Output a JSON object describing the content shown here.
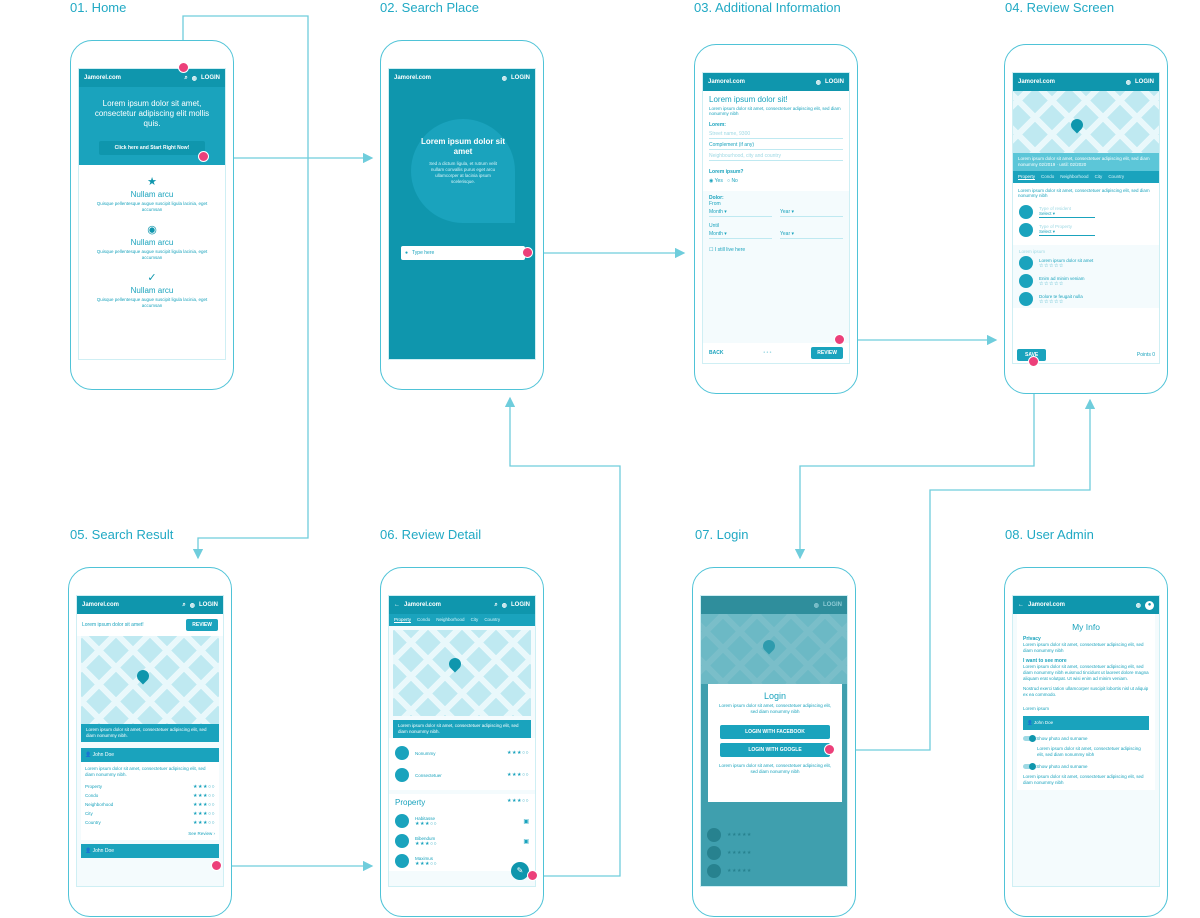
{
  "colors": {
    "accent": "#1aa3bd",
    "dark": "#0f96ad",
    "hotspot": "#ec407a",
    "line": "#6fcddc"
  },
  "screens": {
    "home": {
      "title": "01. Home",
      "brand": "Jamorel.com",
      "login": "LOGIN",
      "hero": "Lorem ipsum dolor sit amet, consectetur adipiscing elit mollis quis.",
      "cta": "Click here and Start Right Now!",
      "features": [
        {
          "icon": "star-icon",
          "glyph": "★",
          "title": "Nullam arcu",
          "text": "Quisque pellentesque augue suscipit ligula lacinia, eget accumsan"
        },
        {
          "icon": "eye-icon",
          "glyph": "◉",
          "title": "Nullam arcu",
          "text": "Quisque pellentesque augue suscipit ligula lacinia, eget accumsan"
        },
        {
          "icon": "check-icon",
          "glyph": "✓",
          "title": "Nullam arcu",
          "text": "Quisque pellentesque augue suscipit ligula lacinia, eget accumsan"
        }
      ]
    },
    "search": {
      "title": "02. Search Place",
      "brand": "Jamorel.com",
      "login": "LOGIN",
      "heading": "Lorem ipsum dolor sit amet",
      "text": "Sed a dictum ligula, et rutrum velit nullam convallis purus eget arcu ullamcorper at lacinia ipsum scelerisque.",
      "placeholder": "Type here"
    },
    "info": {
      "title": "03. Additional Information",
      "brand": "Jamorel.com",
      "login": "LOGIN",
      "heading": "Lorem ipsum dolor sit!",
      "text": "Lorem ipsum dolor sit amet, consectetuer adipiscing elit, sed diam nonummy nibh",
      "section": "Lorem:",
      "fields": [
        "Street name, 9300",
        "Complement (if any)",
        "Neighbourhood, city and country"
      ],
      "question": "Lorem ipsum?",
      "yes": "Yes",
      "no": "No",
      "dolor": "Dolor:",
      "from": "From",
      "until": "Until",
      "month": "Month",
      "year": "Year",
      "still": "I still live here",
      "back": "BACK",
      "review": "REVIEW"
    },
    "review": {
      "title": "04. Review Screen",
      "brand": "Jamorel.com",
      "login": "LOGIN",
      "banner": "Lorem ipsum dolor sit amet, consectetuer adipiscing elit, sed diam nonummy 02/2019 · until: 02/2020",
      "tabs": [
        "Property",
        "Condo",
        "Neighborhood",
        "City",
        "Country"
      ],
      "text": "Lorem ipsum dolor sit amet, consectetuer adipiscing elit, sed diam nonummy nibh",
      "type_res": "Type of resident",
      "type_prop": "Type of Property",
      "select": "Select",
      "sub": "Lorem ipsum",
      "items": [
        "Lorem ipsum dolor sit amet",
        "Enim ad minim veniam",
        "Dolore te feugait nulla"
      ],
      "save": "SAVE",
      "points": "Points 0"
    },
    "result": {
      "title": "05. Search Result",
      "brand": "Jamorel.com",
      "login": "LOGIN",
      "query": "Lorem ipsum dolor sit amet!",
      "review": "REVIEW",
      "banner": "Lorem ipsum dolor sit amet, consectetuer adipiscing elit, sed diam nonummy nibh.",
      "user": "John Doe",
      "ctext": "Lorem ipsum dolor sit amet, consectetuer adipiscing elit, sed diam nonummy nibh.",
      "cats": [
        "Property",
        "Condo",
        "Neighborhood",
        "City",
        "Country"
      ],
      "see": "See Review",
      "user2": "John Doe"
    },
    "detail": {
      "title": "06. Review Detail",
      "brand": "Jamorel.com",
      "login": "LOGIN",
      "tabs": [
        "Property",
        "Condo",
        "Neighborhood",
        "City",
        "Country"
      ],
      "banner": "Lorem ipsum dolor sit amet, consectetuer adipiscing elit, sed diam nonummy nibh.",
      "people": [
        "Nonummy",
        "Consectetuer"
      ],
      "section": "Property",
      "items": [
        "Habitasse",
        "Bibendum",
        "Maximus"
      ]
    },
    "login": {
      "title": "07. Login",
      "login": "LOGIN",
      "heading": "Login",
      "text": "Lorem ipsum dolor sit amet, consectetuer adipiscing elit, sed diam nonummy nibh",
      "fb": "LOGIN WITH FACEBOOK",
      "google": "LOGIN WITH GOOGLE",
      "foot": "Lorem ipsum dolor sit amet, consectetuer adipiscing elit, sed diam nonummy nibh"
    },
    "admin": {
      "title": "08. User Admin",
      "brand": "Jamorel.com",
      "heading": "My Info",
      "privacy": "Privacy",
      "p1": "Lorem ipsum dolor sit amet, consectetuer adipiscing elit, sed diam nonummy nibh",
      "more": "I want to see more",
      "p2": "Lorem ipsum dolor sit amet, consectetuer adipiscing elit, sed diam nonummy nibh euismod tincidunt ut laoreet dolore magna aliquam erat volutpat. Ut wisi enim ad minim veniam.",
      "p3": "Nostrud exerci tation ullamcorper suscipit lobortis nisl ut aliquip ex ea commodo.",
      "sub": "Lorem ipsum",
      "user": "John Doe",
      "toggle1": "Show photo and surname",
      "toggle2": "Show photo and surname",
      "p4": "Lorem ipsum dolor sit amet, consectetuer adipiscing elit, sed diam nonummy nibh"
    }
  }
}
